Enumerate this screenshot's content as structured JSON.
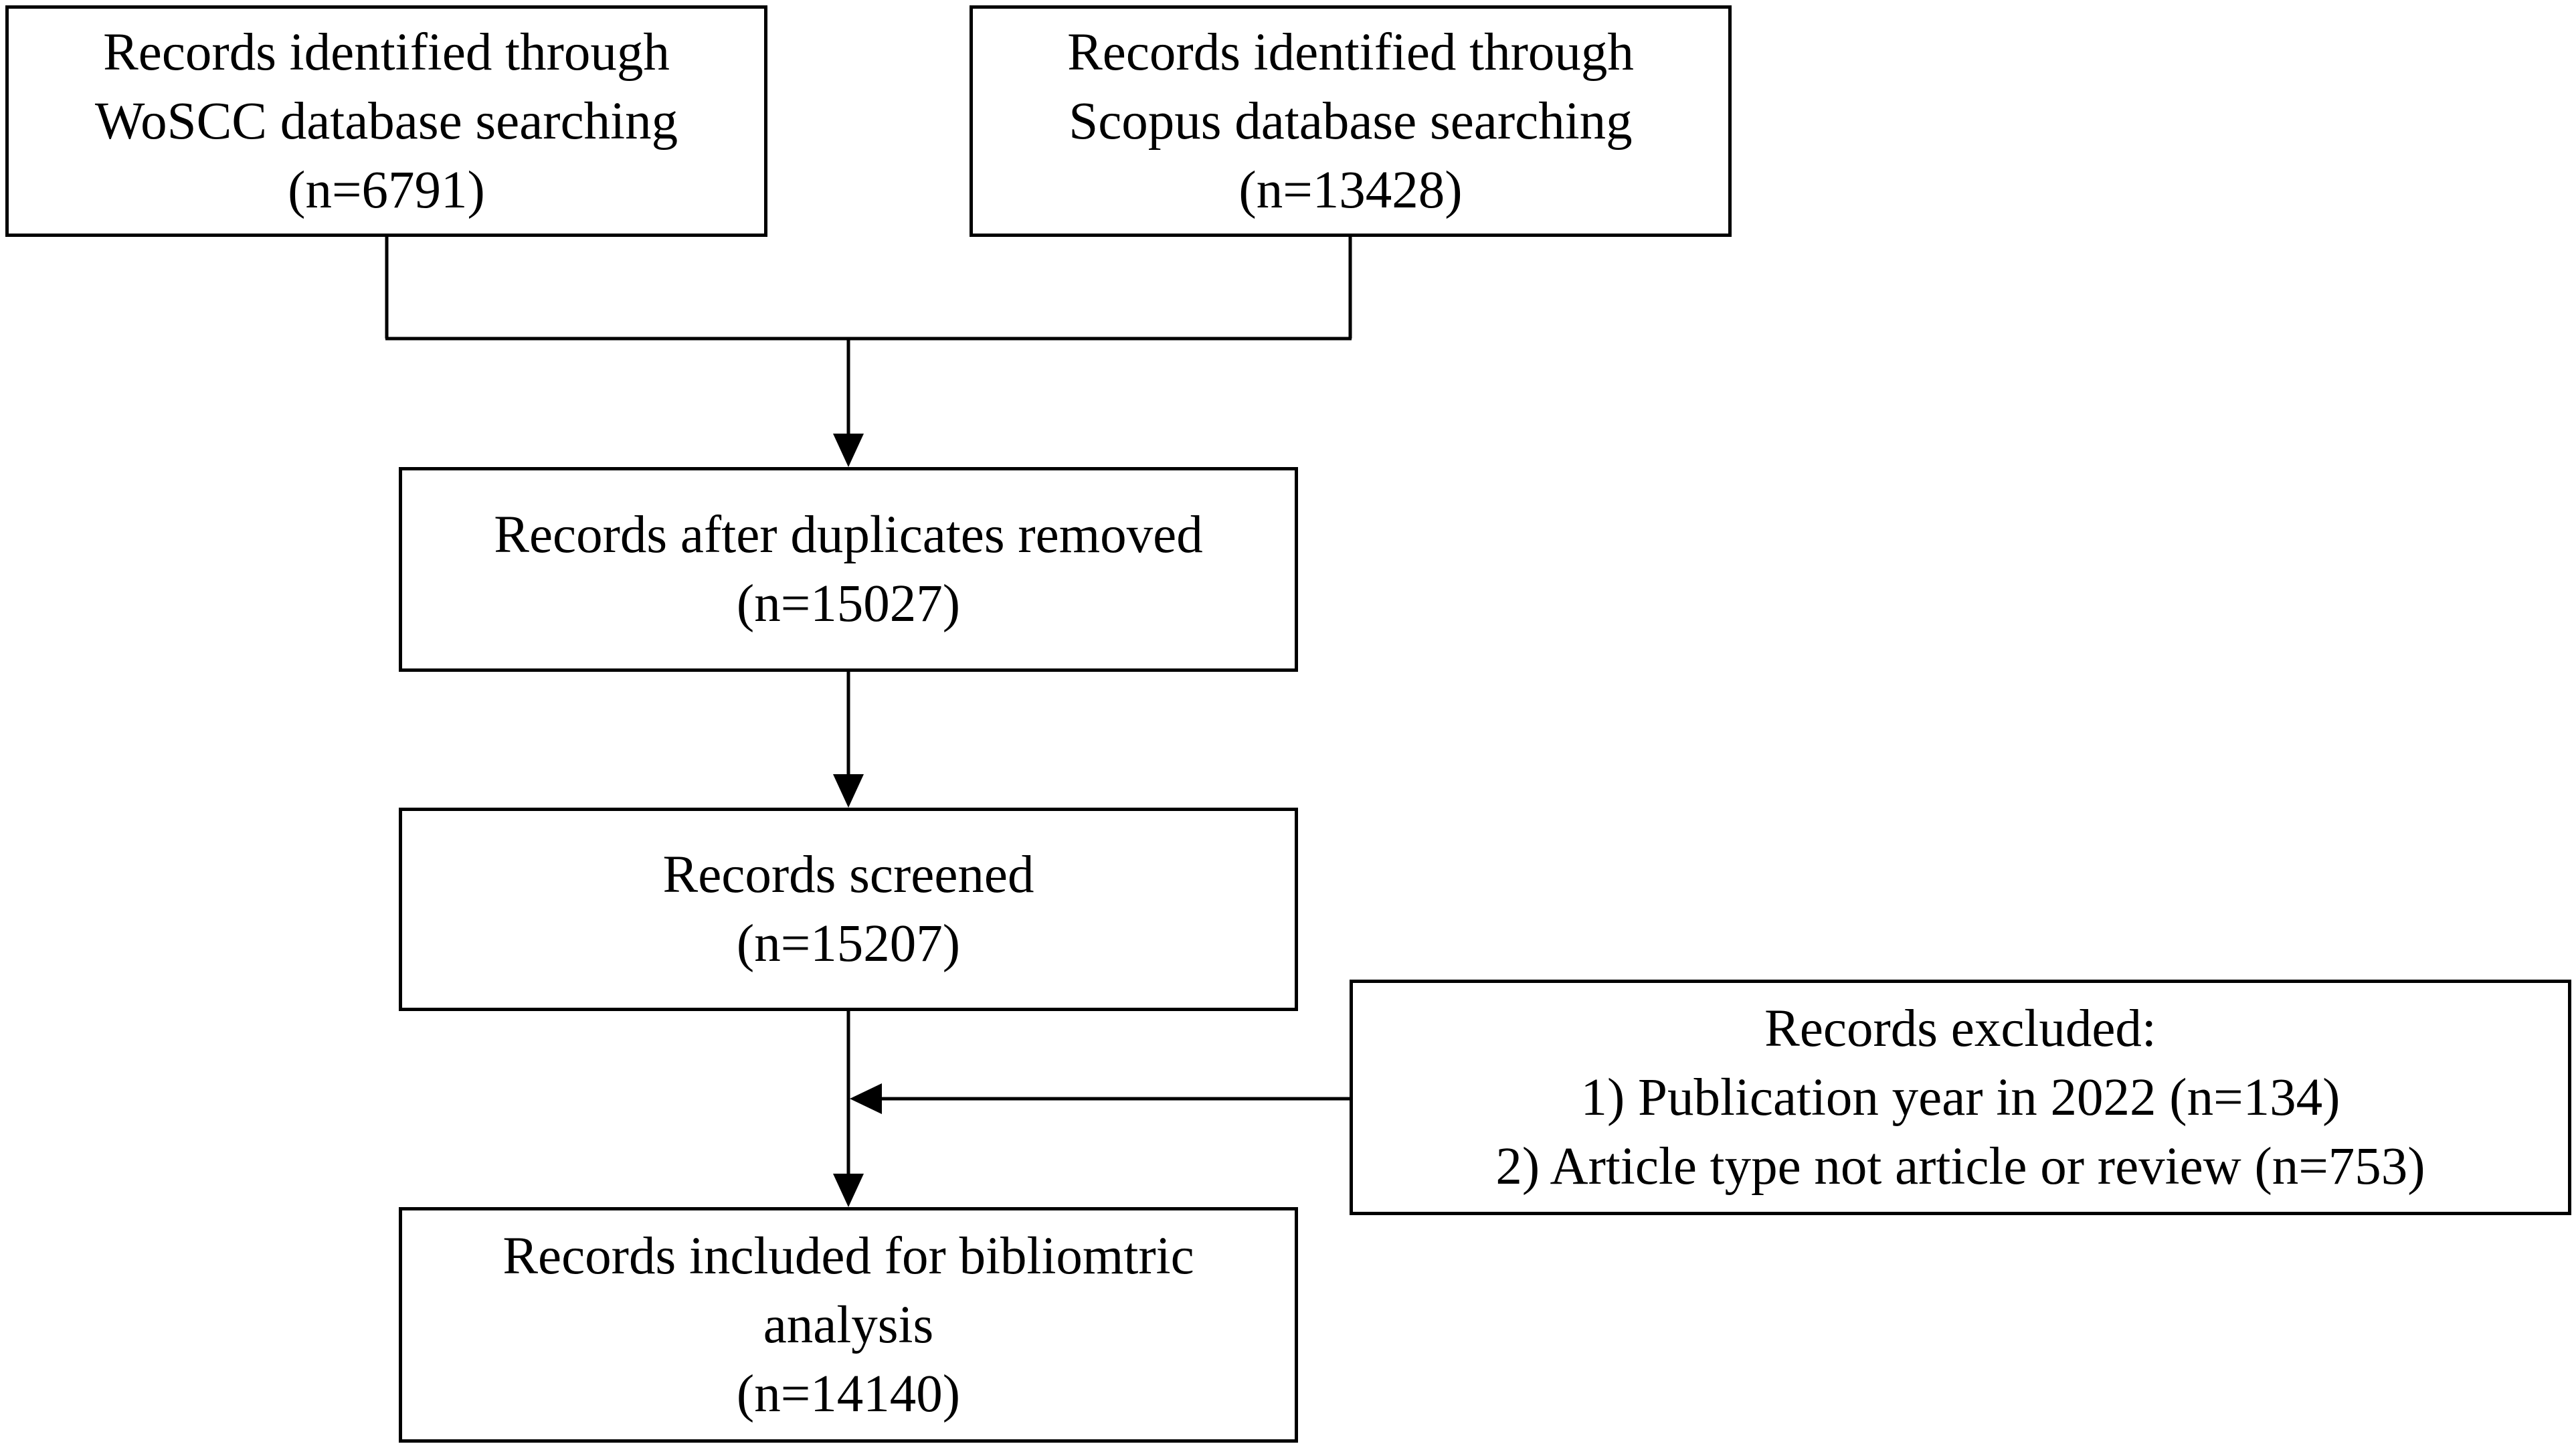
{
  "nodes": {
    "woscc": {
      "lines": [
        "Records identified through",
        "WoSCC database searching",
        "(n=6791)"
      ]
    },
    "scopus": {
      "lines": [
        "Records identified through",
        "Scopus database searching",
        "(n=13428)"
      ]
    },
    "dedup": {
      "lines": [
        "Records after duplicates removed",
        "(n=15027)"
      ]
    },
    "screened": {
      "lines": [
        "Records screened",
        "(n=15207)"
      ]
    },
    "excluded": {
      "lines": [
        "Records excluded:",
        "1) Publication year in 2022 (n=134)",
        "2) Article type not article or review (n=753)"
      ]
    },
    "included": {
      "lines": [
        "Records included for bibliomtric",
        "analysis",
        "(n=14140)"
      ]
    }
  },
  "edges": [
    {
      "from": "woscc",
      "to": "dedup"
    },
    {
      "from": "scopus",
      "to": "dedup"
    },
    {
      "from": "dedup",
      "to": "screened"
    },
    {
      "from": "screened",
      "to": "included"
    },
    {
      "from": "excluded",
      "to": "screened-included-link"
    }
  ]
}
